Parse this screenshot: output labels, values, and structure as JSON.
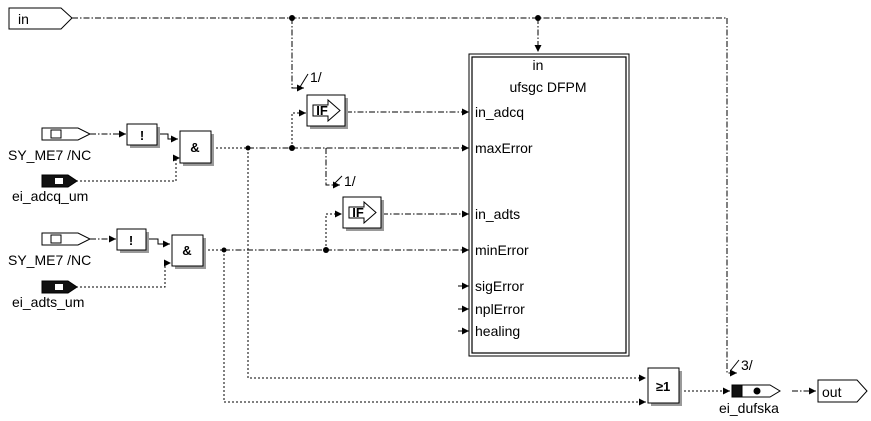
{
  "inports": {
    "in": "in"
  },
  "outports": {
    "out": "out"
  },
  "messages": {
    "sy_me7_nc_1": "SY_ME7 /NC",
    "sy_me7_nc_2": "SY_ME7 /NC",
    "ei_adcq_um": "ei_adcq_um",
    "ei_adts_um": "ei_adts_um",
    "ei_dufska": "ei_dufska"
  },
  "operators": {
    "not": "!",
    "and": "&",
    "or": "≥1",
    "if": "IF"
  },
  "sequence": {
    "if1": "1/",
    "if2": "1/",
    "out": "3/"
  },
  "ufsgc_block": {
    "top_label": "in",
    "title": "ufsgc DFPM",
    "ports": [
      "in_adcq",
      "maxError",
      "in_adts",
      "minError",
      "sigError",
      "nplError",
      "healing"
    ]
  }
}
